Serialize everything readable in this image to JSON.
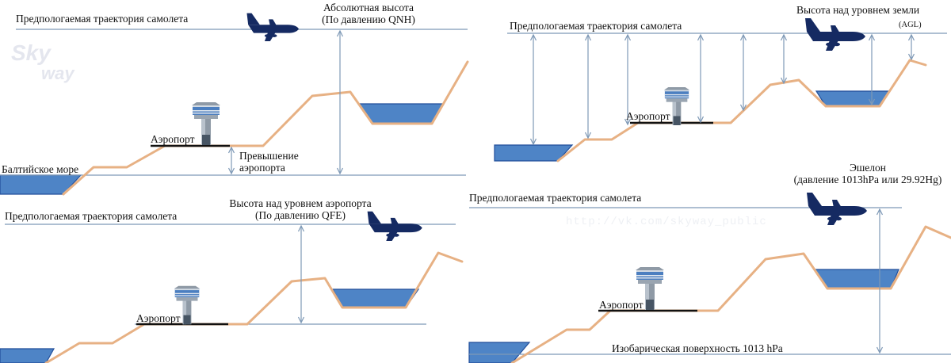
{
  "colors": {
    "terrain": "#e7b184",
    "water": "#4e84c6",
    "water_edge": "#214e9a",
    "lines": "#7e99b6",
    "plane": "#152a62",
    "runway": "#111111"
  },
  "watermark": {
    "logo_line1": "Sky",
    "logo_line2": "way",
    "url": "http://vk.com/skyway_public"
  },
  "panels": {
    "qnh": {
      "trajectory_label": "Предпологаемая траектория самолета",
      "altitude_label_line1": "Абсолютная высота",
      "altitude_label_line2": "(По давлению QNH)",
      "airport_label": "Аэропорт",
      "elevation_label_line1": "Превышение",
      "elevation_label_line2": "аэропорта",
      "sea_label": "Балтийское море"
    },
    "qfe": {
      "trajectory_label": "Предпологаемая траектория самолета",
      "height_label_line1": "Высота над уровнем аэропорта",
      "height_label_line2": "(По давлению QFE)",
      "airport_label": "Аэропорт"
    },
    "agl": {
      "trajectory_label": "Предпологаемая траектория самолета",
      "height_label": "Высота над уровнем земли",
      "height_abbr": "(AGL)",
      "airport_label": "Аэропорт"
    },
    "fl": {
      "trajectory_label": "Предпологаемая траектория самолета",
      "level_label_line1": "Эшелон",
      "level_label_line2": "(давление 1013hPa или 29.92Hg)",
      "airport_label": "Аэропорт",
      "isobaric_label": "Изобарическая поверхность 1013 hPa"
    }
  }
}
